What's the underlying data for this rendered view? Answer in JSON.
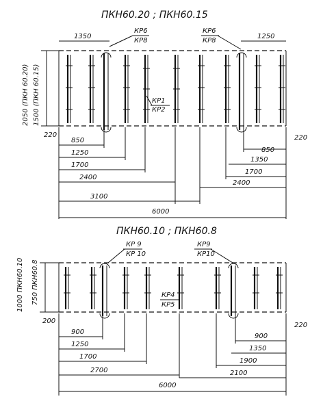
{
  "top": {
    "title": "ПКН60.20 ; ПКН60.15",
    "side_dim": "2050 (ПКН 60.20)",
    "side_dim2": "1500 (ПКН 60.15)",
    "callouts": {
      "left_a": "КР6",
      "left_b": "КР8",
      "right_a": "КР6",
      "right_b": "КР8",
      "mid_a": "КР1",
      "mid_b": "КР2"
    },
    "dims": {
      "top_left": "1350",
      "top_right": "1250",
      "left_offset": "220",
      "right_offset": "220",
      "l1": "850",
      "l2": "1250",
      "l3": "1700",
      "l4": "2400",
      "l5": "3100",
      "r1": "850",
      "r2": "1350",
      "r3": "1700",
      "r4": "2400",
      "total": "6000"
    }
  },
  "bottom": {
    "title": "ПКН60.10 ; ПКН60.8",
    "side_dim": "1000 ПКН60.10",
    "side_dim2": "750 ПКН60.8",
    "callouts": {
      "left_a": "КР 9",
      "left_b": "КР 10",
      "right_a": "КР9",
      "right_b": "КР10",
      "mid_a": "КР4",
      "mid_b": "КР5"
    },
    "dims": {
      "left_offset": "200",
      "right_offset": "220",
      "l1": "900",
      "l2": "1250",
      "l3": "1700",
      "l4": "2700",
      "r1": "900",
      "r2": "1350",
      "r3": "1900",
      "r4": "2100",
      "total": "6000"
    }
  }
}
